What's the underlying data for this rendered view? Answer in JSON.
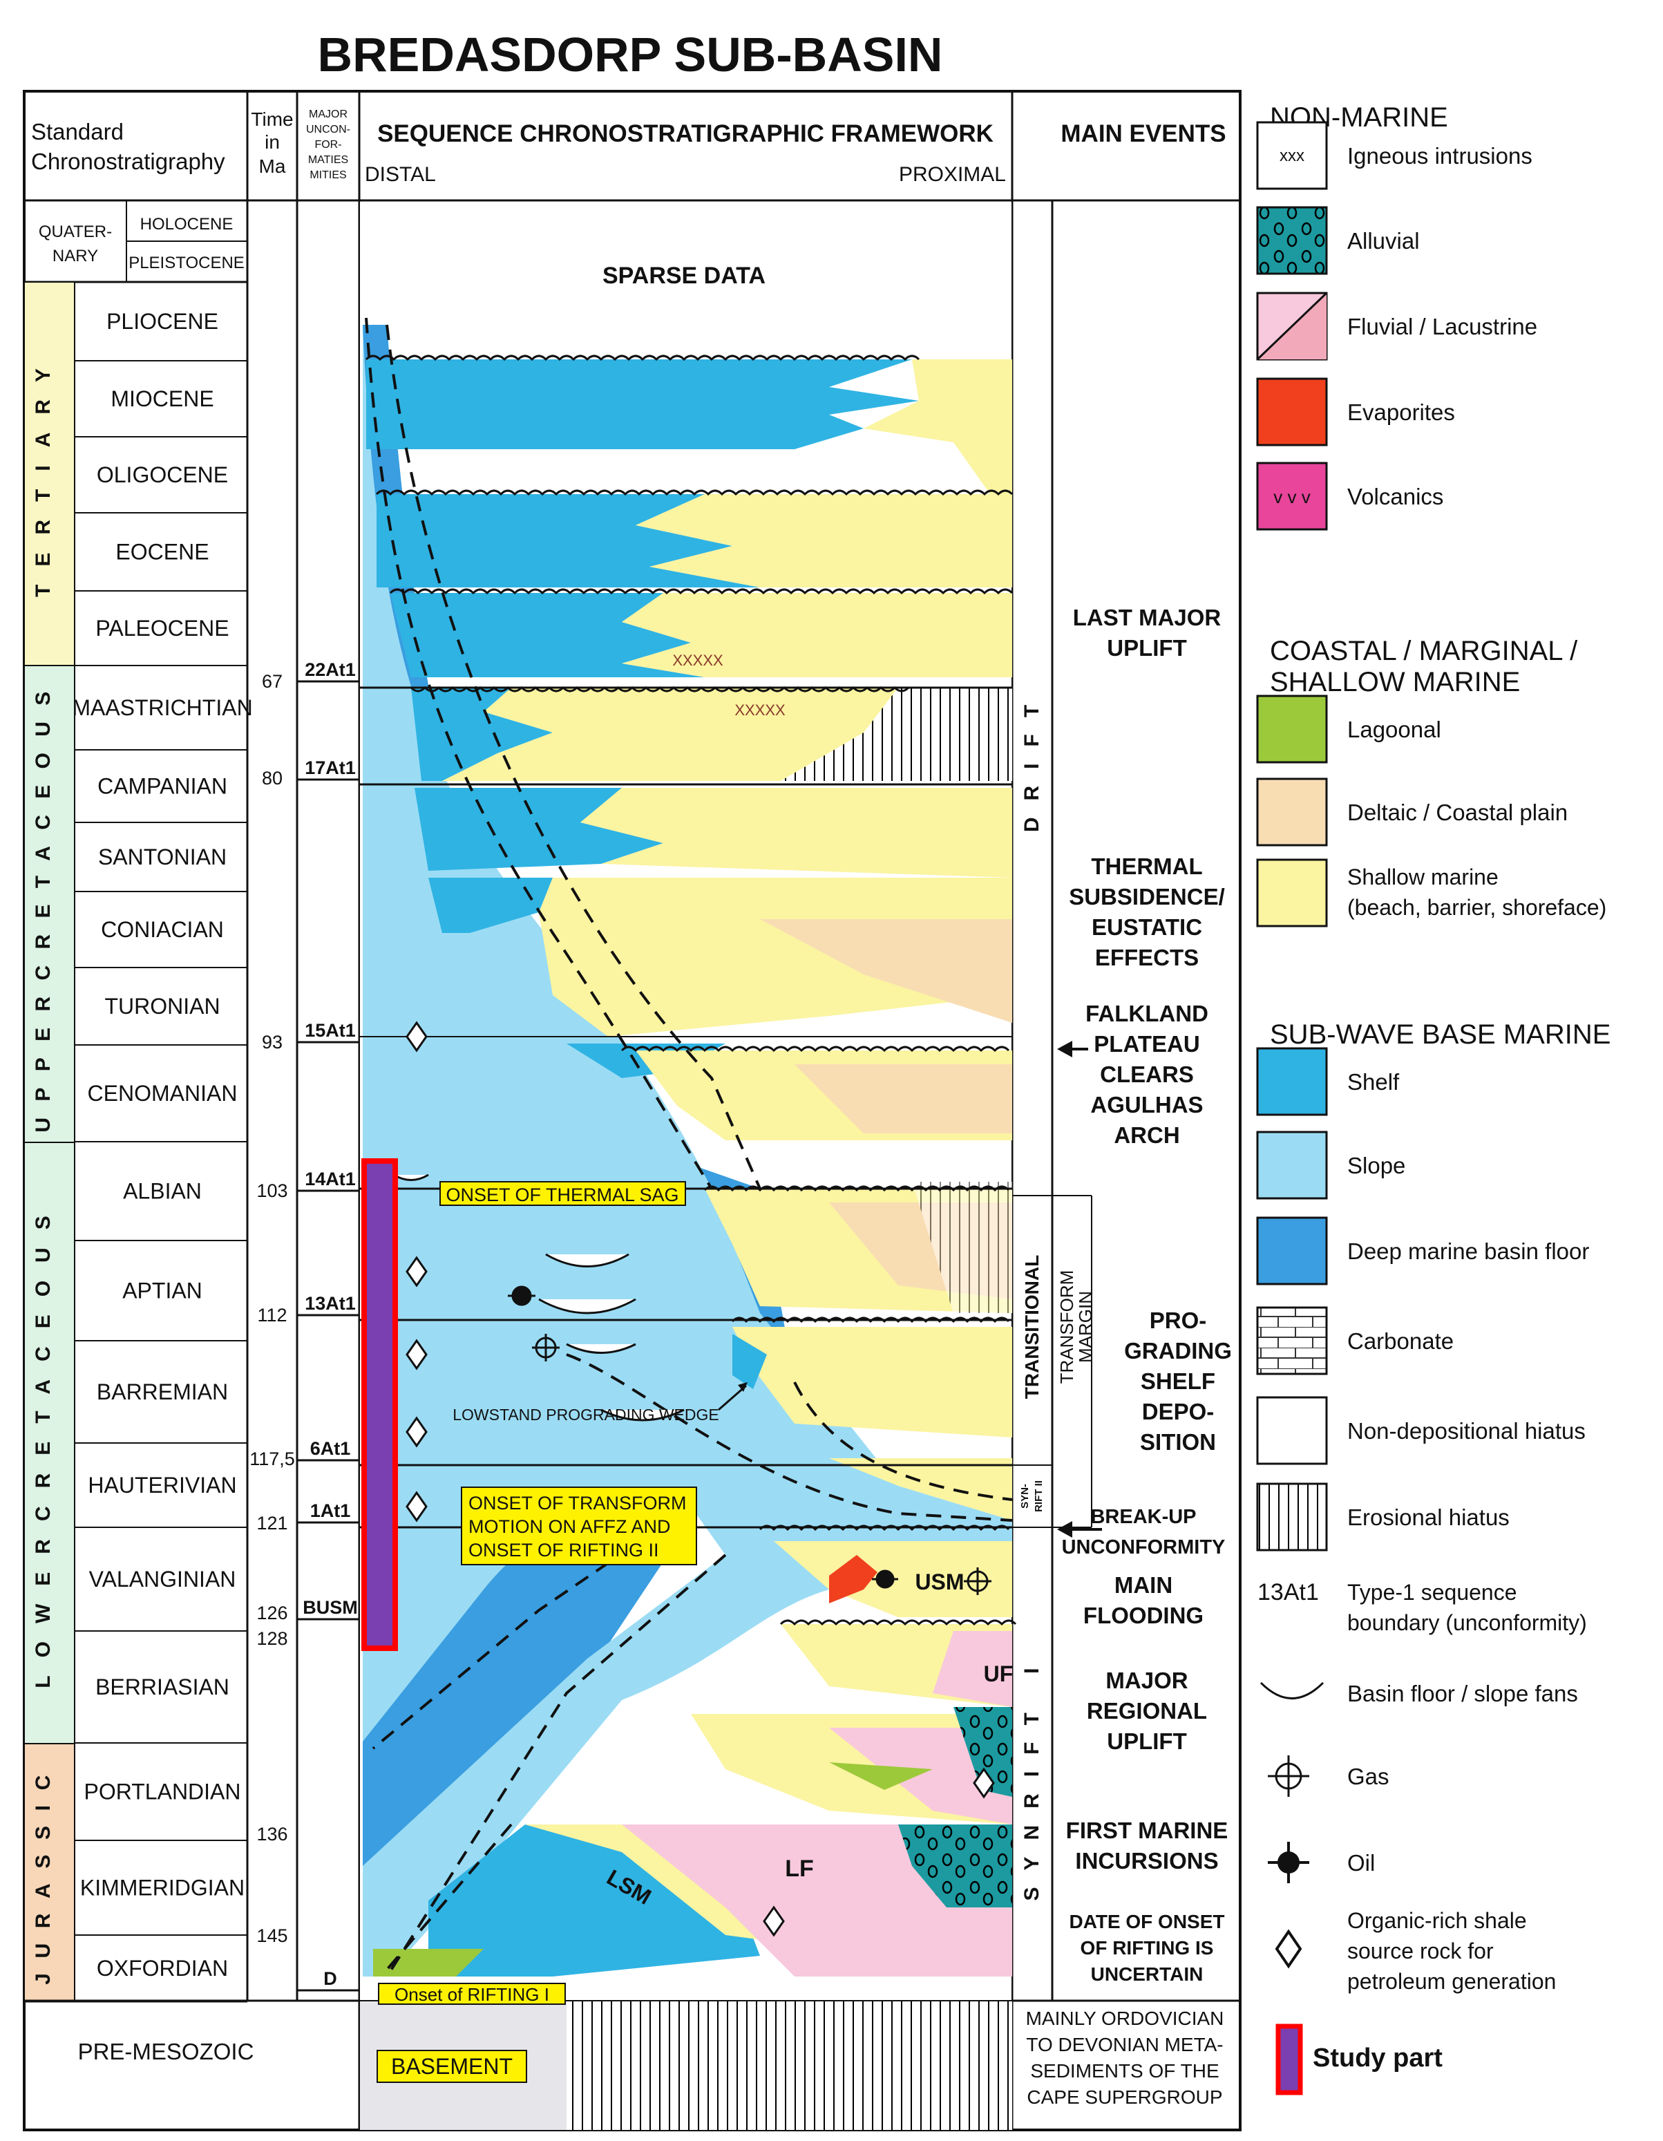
{
  "title": "BREDASDORP SUB-BASIN",
  "headers": {
    "standard": "Standard Chronostratigraphy",
    "time": "Time in Ma",
    "unconformities": "MAJOR UNCON-FOR-MITIES",
    "framework": "SEQUENCE CHRONOSTRATIGRAPHIC FRAMEWORK",
    "distal": "DISTAL",
    "proximal": "PROXIMAL",
    "main_events": "MAIN EVENTS"
  },
  "quaternary": {
    "label": "QUATER-NARY",
    "holocene": "HOLOCENE",
    "pleistocene": "PLEISTOCENE"
  },
  "periods": [
    {
      "label": "TERTIARY",
      "color": "#fbf7c4"
    },
    {
      "label": "UPPER CRETACEOUS",
      "color": "#ddf3e4"
    },
    {
      "label": "LOWER CRETACEOUS",
      "color": "#ddf3e4"
    },
    {
      "label": "JURASSIC",
      "color": "#f7d7b8"
    }
  ],
  "epochs": [
    "PLIOCENE",
    "MIOCENE",
    "OLIGOCENE",
    "EOCENE",
    "PALEOCENE",
    "MAASTRICHTIAN",
    "CAMPANIAN",
    "SANTONIAN",
    "CONIACIAN",
    "TURONIAN",
    "CENOMANIAN",
    "ALBIAN",
    "APTIAN",
    "BARREMIAN",
    "HAUTERIVIAN",
    "VALANGINIAN",
    "BERRIASIAN",
    "PORTLANDIAN",
    "KIMMERIDGIAN",
    "OXFORDIAN"
  ],
  "pre_mesozoic": "PRE-MESOZOIC",
  "ages": [
    "67",
    "80",
    "93",
    "103",
    "112",
    "117,5",
    "121",
    "126",
    "128",
    "136",
    "145"
  ],
  "unconformities": [
    "22At1",
    "17At1",
    "15At1",
    "14At1",
    "13At1",
    "6At1",
    "1At1",
    "BUSM",
    "D"
  ],
  "labels": {
    "sparse": "SPARSE DATA",
    "thermal_sag": "ONSET OF THERMAL SAG",
    "transform": [
      "ONSET OF TRANSFORM",
      "MOTION ON AFFZ AND",
      "ONSET OF RIFTING II"
    ],
    "lowstand": "LOWSTAND PROGRADING WEDGE",
    "rifting1": "Onset of RIFTING I",
    "basement": "BASEMENT",
    "xx": "XXXXX",
    "usm": "USM",
    "uf": "UF",
    "lf": "LF",
    "lsm": "LSM"
  },
  "phases": {
    "drift": "DRIFT",
    "synrift": "SYNRIFT I",
    "transitional": "TRANSITIONAL",
    "transform_margin": "TRANSFORM MARGIN",
    "synrift2": "SYN-RIFT II"
  },
  "events": {
    "last_uplift": [
      "LAST MAJOR",
      "UPLIFT"
    ],
    "thermal": [
      "THERMAL",
      "SUBSIDENCE/",
      "EUSTATIC",
      "EFFECTS"
    ],
    "falkland": [
      "FALKLAND",
      "PLATEAU",
      "CLEARS",
      "AGULHAS",
      "ARCH"
    ],
    "prograding": [
      "PRO-",
      "GRADING",
      "SHELF",
      "DEPO-",
      "SITION"
    ],
    "breakup": [
      "BREAK-UP",
      "UNCONFORMITY"
    ],
    "flooding": [
      "MAIN",
      "FLOODING"
    ],
    "regional": [
      "MAJOR",
      "REGIONAL",
      "UPLIFT"
    ],
    "marine": [
      "FIRST MARINE",
      "INCURSIONS"
    ],
    "date": [
      "DATE OF ONSET",
      "OF RIFTING IS",
      "UNCERTAIN"
    ],
    "ordovician": [
      "MAINLY ORDOVICIAN",
      "TO DEVONIAN META-",
      "SEDIMENTS OF THE",
      "CAPE SUPERGROUP"
    ]
  },
  "legend": {
    "non_marine": "NON-MARINE",
    "coastal": [
      "COASTAL / MARGINAL /",
      "SHALLOW MARINE"
    ],
    "subwave": "SUB-WAVE BASE MARINE",
    "items": [
      {
        "key": "igneous",
        "label": "Igneous intrusions",
        "symbol": "xxx"
      },
      {
        "key": "alluvial",
        "label": "Alluvial",
        "color": "#1c9aa0"
      },
      {
        "key": "fluvial",
        "label": "Fluvial / Lacustrine",
        "color": "#f8c9dc"
      },
      {
        "key": "evaporites",
        "label": "Evaporites",
        "color": "#f0401e"
      },
      {
        "key": "volcanics",
        "label": "Volcanics",
        "color": "#e8459b"
      },
      {
        "key": "lagoonal",
        "label": "Lagoonal",
        "color": "#9cc93a"
      },
      {
        "key": "deltaic",
        "label": "Deltaic / Coastal plain",
        "color": "#f8ddb3"
      },
      {
        "key": "shallow",
        "label": [
          "Shallow marine",
          "(beach, barrier, shoreface)"
        ],
        "color": "#fbf4a1"
      },
      {
        "key": "shelf",
        "label": "Shelf",
        "color": "#2fb3e3"
      },
      {
        "key": "slope",
        "label": "Slope",
        "color": "#9bdcf4"
      },
      {
        "key": "deep",
        "label": "Deep marine basin floor",
        "color": "#3a9ee0"
      },
      {
        "key": "carbonate",
        "label": "Carbonate"
      },
      {
        "key": "hiatus",
        "label": "Non-depositional hiatus"
      },
      {
        "key": "erosional",
        "label": "Erosional hiatus"
      },
      {
        "key": "seq",
        "label": [
          "Type-1 sequence",
          "boundary (unconformity)"
        ],
        "symbol": "13At1"
      },
      {
        "key": "fans",
        "label": "Basin floor / slope fans"
      },
      {
        "key": "gas",
        "label": "Gas"
      },
      {
        "key": "oil",
        "label": "Oil"
      },
      {
        "key": "shale",
        "label": [
          "Organic-rich shale",
          "source rock for",
          "petroleum generation"
        ]
      },
      {
        "key": "study",
        "label": "Study part",
        "color": "#7a3fb0",
        "border": "#ff0000"
      }
    ]
  }
}
